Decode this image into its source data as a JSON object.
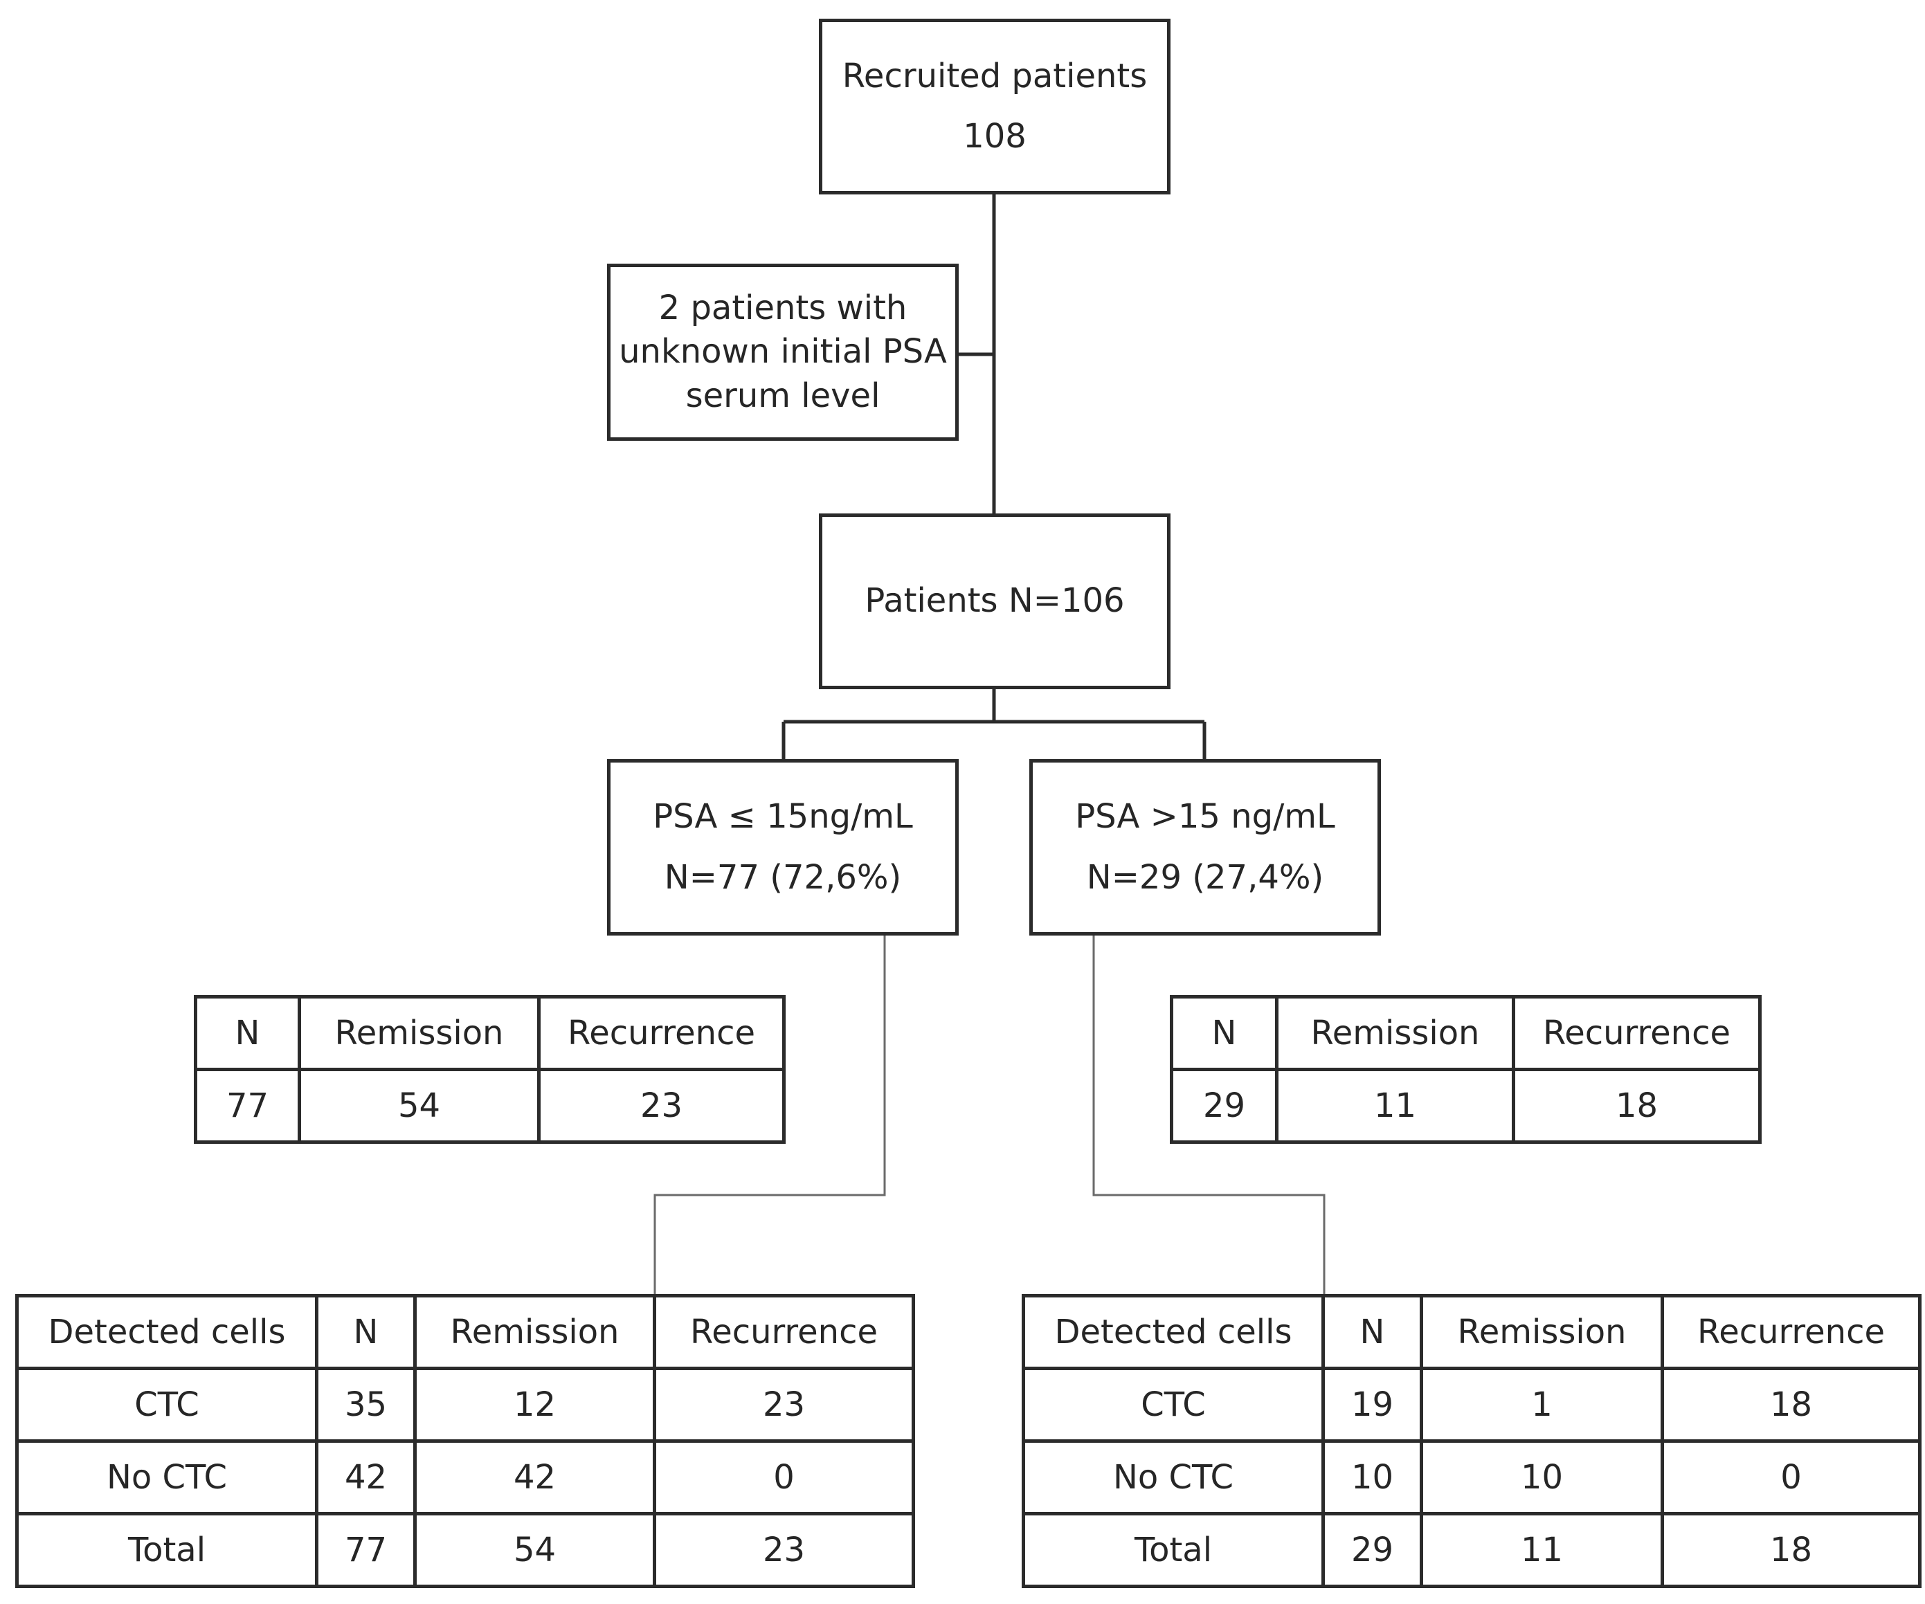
{
  "flow": {
    "recruited": {
      "label": "Recruited patients",
      "count": "108"
    },
    "excluded": {
      "line1": "2 patients with",
      "line2": "unknown initial PSA",
      "line3": "serum level"
    },
    "patients": {
      "label": "Patients N=106"
    },
    "low_psa": {
      "label": "PSA ≤ 15ng/mL",
      "count": "N=77 (72,6%)"
    },
    "high_psa": {
      "label": "PSA >15 ng/mL",
      "count": "N=29 (27,4%)"
    }
  },
  "summary_low": {
    "headers": [
      "N",
      "Remission",
      "Recurrence"
    ],
    "row": [
      "77",
      "54",
      "23"
    ]
  },
  "summary_high": {
    "headers": [
      "N",
      "Remission",
      "Recurrence"
    ],
    "row": [
      "29",
      "11",
      "18"
    ]
  },
  "detail_low": {
    "headers": [
      "Detected cells",
      "N",
      "Remission",
      "Recurrence"
    ],
    "rows": [
      [
        "CTC",
        "35",
        "12",
        "23"
      ],
      [
        "No CTC",
        "42",
        "42",
        "0"
      ],
      [
        "Total",
        "77",
        "54",
        "23"
      ]
    ]
  },
  "detail_high": {
    "headers": [
      "Detected cells",
      "N",
      "Remission",
      "Recurrence"
    ],
    "rows": [
      [
        "CTC",
        "19",
        "1",
        "18"
      ],
      [
        "No CTC",
        "10",
        "10",
        "0"
      ],
      [
        "Total",
        "29",
        "11",
        "18"
      ]
    ]
  }
}
